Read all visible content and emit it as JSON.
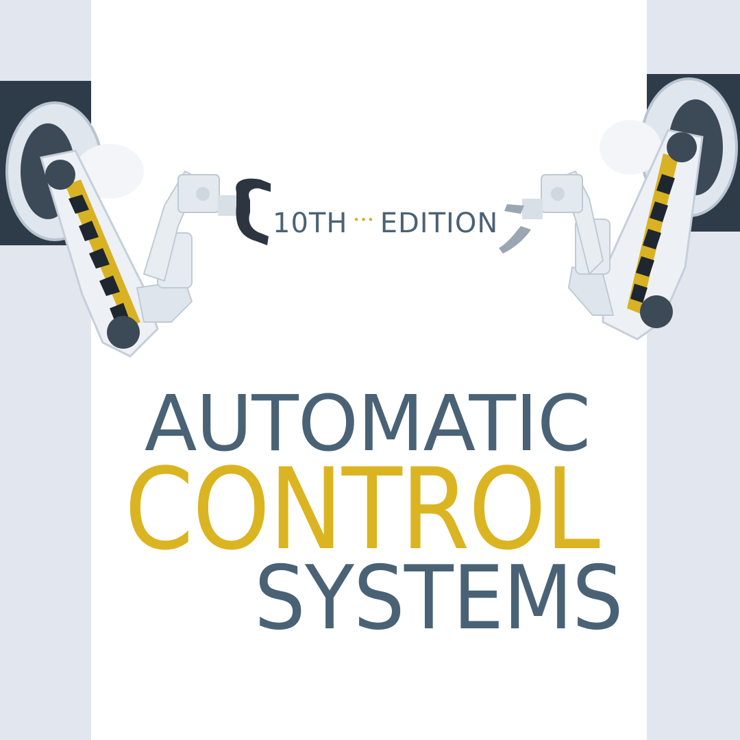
{
  "cover": {
    "edition_number": "10TH",
    "edition_dots": "•••",
    "edition_word": "EDITION",
    "title_line1": "AUTOMATIC",
    "title_line2": "CONTROL",
    "title_line3": "SYSTEMS"
  },
  "colors": {
    "slate": "#4a6275",
    "gold": "#dbb422",
    "panel": "#e2e7ef",
    "wall": "#2e3c4a"
  },
  "images": {
    "left_robot": "robot-arm-icon",
    "right_robot": "robot-arm-icon"
  }
}
